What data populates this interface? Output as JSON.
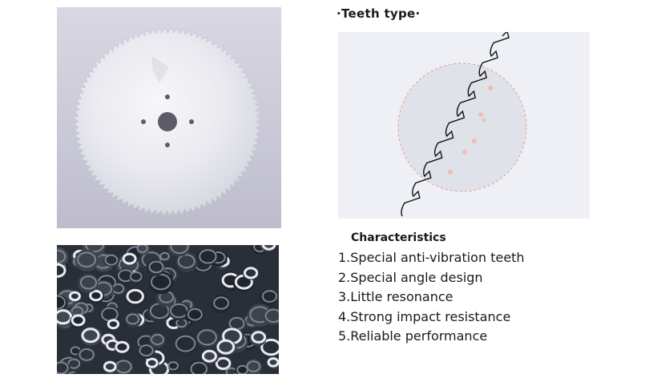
{
  "teeth_section": {
    "title": "·Teeth type·"
  },
  "characteristics": {
    "title": "Characteristics",
    "items": [
      "1.Special anti-vibration teeth",
      "2.Special angle design",
      "3.Little resonance",
      "4.Strong impact resistance",
      "5.Reliable performance"
    ]
  },
  "colors": {
    "blade": "#e8e8ef",
    "background_panel": "#cfcedb",
    "parts_dark": "#2a2e38",
    "magnifier_dash": "#e6a89a"
  },
  "images": {
    "blade": "saw-blade-photo",
    "parts": "steel-rings-photo",
    "teeth": "teeth-profile-diagram"
  }
}
